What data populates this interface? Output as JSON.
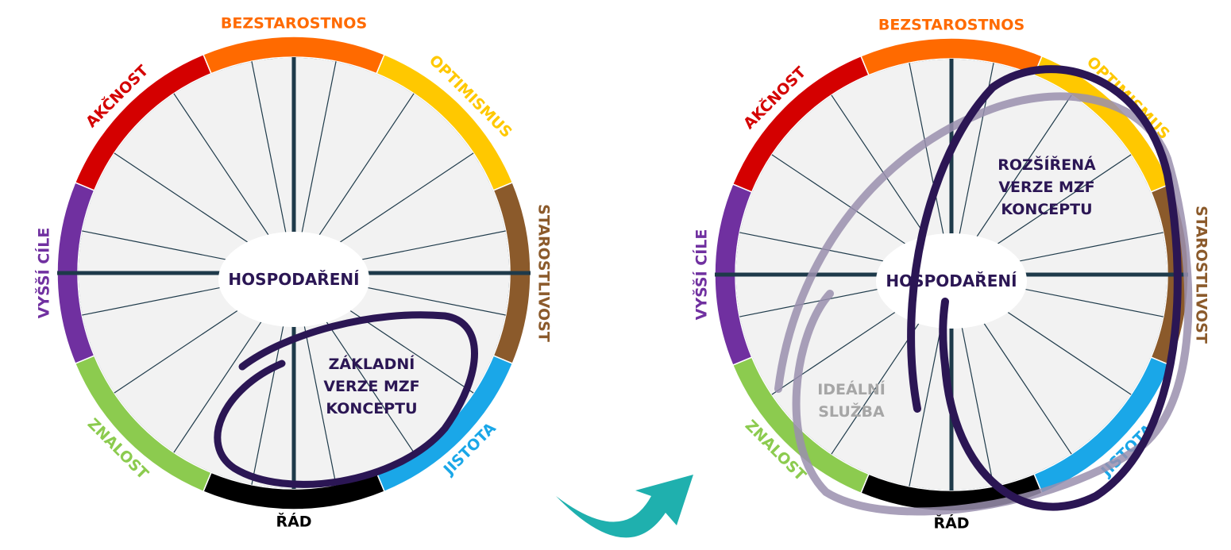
{
  "segments": [
    {
      "key": "bezstarostnos",
      "label": "BEZSTAROSTNOS",
      "color": "#FF6A00"
    },
    {
      "key": "optimismus",
      "label": "OPTIMISMUS",
      "color": "#FFC800"
    },
    {
      "key": "starostlivost",
      "label": "STAROSTLIVOST",
      "color": "#8B5A2B"
    },
    {
      "key": "jistota",
      "label": "JISTOTA",
      "color": "#1AA7E8"
    },
    {
      "key": "rad",
      "label": "ŘÁD",
      "color": "#000000"
    },
    {
      "key": "znalost",
      "label": "ZNALOST",
      "color": "#8CCB4F"
    },
    {
      "key": "vyssi_cile",
      "label": "VYŠŠÍ CÍLE",
      "color": "#7030A0"
    },
    {
      "key": "akcnost",
      "label": "AKČNOST",
      "color": "#D40000"
    }
  ],
  "center_label": "HOSPODAŘENÍ",
  "left_diagram": {
    "highlight_label": [
      "ZÁKLADNÍ",
      "VERZE MZF",
      "KONCEPTU"
    ]
  },
  "right_diagram": {
    "highlight_label": [
      "ROZŠÍŘENÁ",
      "VERZE MZF",
      "KONCEPTU"
    ],
    "ideal_label": [
      "IDEÁLNÍ",
      "SLUŽBA"
    ]
  },
  "colors": {
    "highlight_stroke": "#2B1654",
    "ideal_stroke": "#9A8FAE",
    "arrow": "#1FB0AE",
    "spoke": "#1E3A4A",
    "wheel_fill": "#F2F2F2",
    "label_dark": "#2B1654",
    "label_gray": "#A6A6A6"
  }
}
